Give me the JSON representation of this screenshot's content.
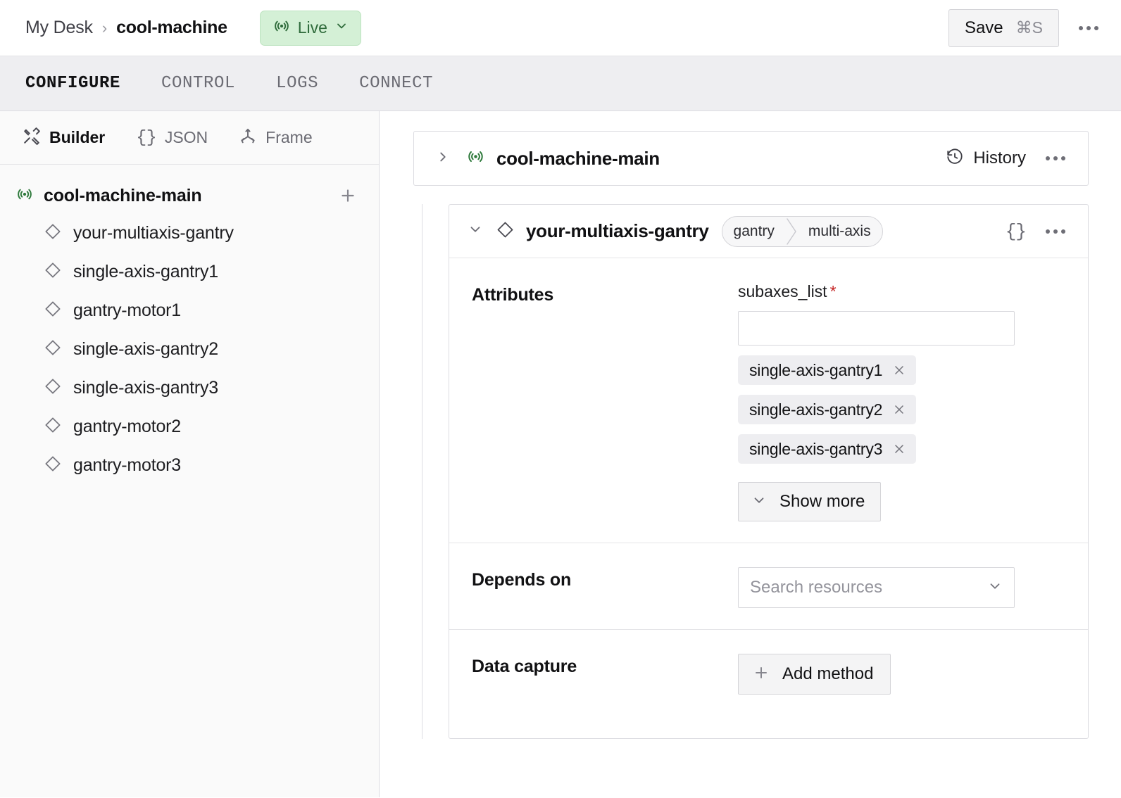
{
  "topbar": {
    "breadcrumb_root": "My Desk",
    "breadcrumb_sep": "›",
    "breadcrumb_current": "cool-machine",
    "live_label": "Live",
    "live_icon": "broadcast-icon",
    "live_bg": "#d4f0d6",
    "live_fg": "#2f6b3b",
    "save_label": "Save",
    "save_shortcut": "⌘S",
    "more_icon": "ellipsis-icon"
  },
  "tabs": [
    {
      "label": "CONFIGURE",
      "active": true
    },
    {
      "label": "CONTROL",
      "active": false
    },
    {
      "label": "LOGS",
      "active": false
    },
    {
      "label": "CONNECT",
      "active": false
    }
  ],
  "sidebar": {
    "modes": [
      {
        "label": "Builder",
        "icon": "tools-icon",
        "active": true
      },
      {
        "label": "JSON",
        "icon": "braces-icon",
        "active": false
      },
      {
        "label": "Frame",
        "icon": "axes-icon",
        "active": false
      }
    ],
    "root": {
      "label": "cool-machine-main",
      "icon": "broadcast-icon"
    },
    "add_icon": "plus-icon",
    "items": [
      {
        "label": "your-multiaxis-gantry",
        "icon": "diamond-icon"
      },
      {
        "label": "single-axis-gantry1",
        "icon": "diamond-icon"
      },
      {
        "label": "gantry-motor1",
        "icon": "diamond-icon"
      },
      {
        "label": "single-axis-gantry2",
        "icon": "diamond-icon"
      },
      {
        "label": "single-axis-gantry3",
        "icon": "diamond-icon"
      },
      {
        "label": "gantry-motor2",
        "icon": "diamond-icon"
      },
      {
        "label": "gantry-motor3",
        "icon": "diamond-icon"
      }
    ]
  },
  "main": {
    "machine": {
      "label": "cool-machine-main",
      "icon": "broadcast-icon",
      "expand_icon": "chevron-right-icon",
      "history_label": "History",
      "history_icon": "clock-rewind-icon",
      "more_icon": "ellipsis-icon"
    },
    "resource": {
      "label": "your-multiaxis-gantry",
      "icon": "diamond-icon",
      "collapse_icon": "chevron-down-icon",
      "type_segments": [
        "gantry",
        "multi-axis"
      ],
      "json_icon": "{}",
      "more_icon": "ellipsis-icon"
    },
    "sections": {
      "attributes": {
        "title": "Attributes",
        "field_name": "subaxes_list",
        "required_mark": "*",
        "input_value": "",
        "input_placeholder": "",
        "tags": [
          "single-axis-gantry1",
          "single-axis-gantry2",
          "single-axis-gantry3"
        ],
        "remove_icon": "close-icon",
        "show_more_label": "Show more",
        "show_more_icon": "chevron-down-icon"
      },
      "depends_on": {
        "title": "Depends on",
        "placeholder": "Search resources",
        "chevron_icon": "chevron-down-icon"
      },
      "data_capture": {
        "title": "Data capture",
        "add_label": "Add method",
        "add_icon": "plus-icon"
      }
    }
  }
}
